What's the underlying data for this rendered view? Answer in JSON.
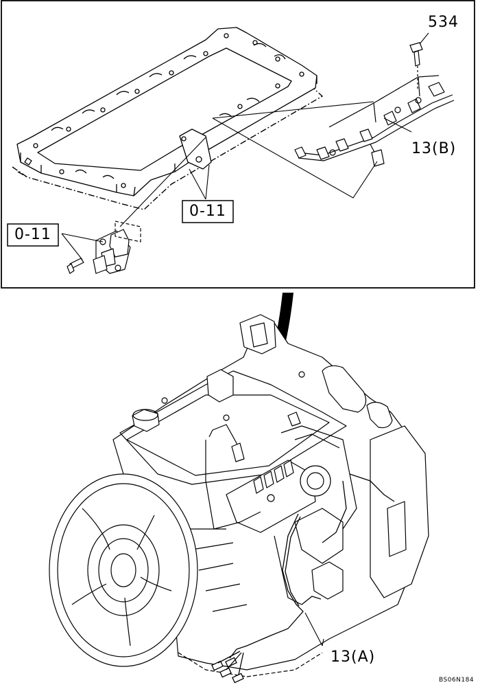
{
  "callouts": {
    "bolt": "534",
    "harness_b": "13(B)",
    "ref_upper": "0-11",
    "ref_lower": "0-11",
    "harness_a": "13(A)"
  },
  "drawing_code": "BS06N184"
}
